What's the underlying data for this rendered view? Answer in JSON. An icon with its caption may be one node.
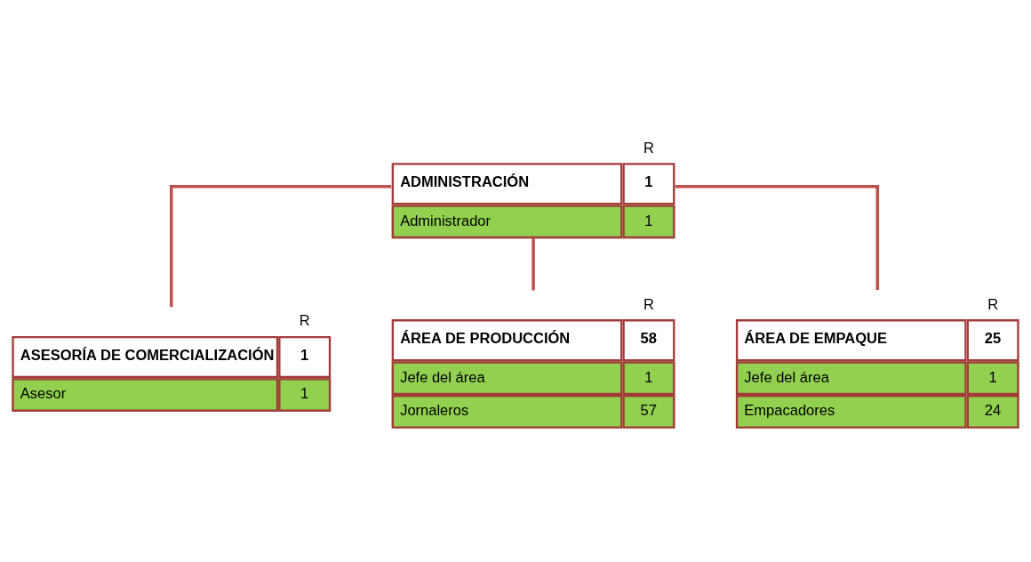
{
  "diagram": {
    "nodes": [
      {
        "text": [
          "ADMINISTRACIÓN",
          "1",
          "Administrador",
          "1"
        ],
        "beside": [
          "R"
        ]
      },
      {
        "text": [
          "ASESORÍA DE COMERCIALIZACIÓN",
          "1",
          "Asesor",
          "1"
        ],
        "beside": [
          "R"
        ]
      },
      {
        "text": [
          "ÁREA DE PRODUCCIÓN",
          "58",
          "Jefe del área",
          "1",
          "Jornaleros",
          "57"
        ],
        "beside": [
          "R"
        ]
      },
      {
        "text": [
          "ÁREA DE EMPAQUE",
          "25",
          "Jefe del área",
          "1",
          "Empacadores",
          "24"
        ],
        "beside": [
          "R"
        ]
      }
    ],
    "edges": [
      {
        "from": 0,
        "to": 1,
        "arrow": "none"
      },
      {
        "from": 0,
        "to": 2,
        "arrow": "none"
      },
      {
        "from": 0,
        "to": 3,
        "arrow": "none"
      }
    ]
  }
}
